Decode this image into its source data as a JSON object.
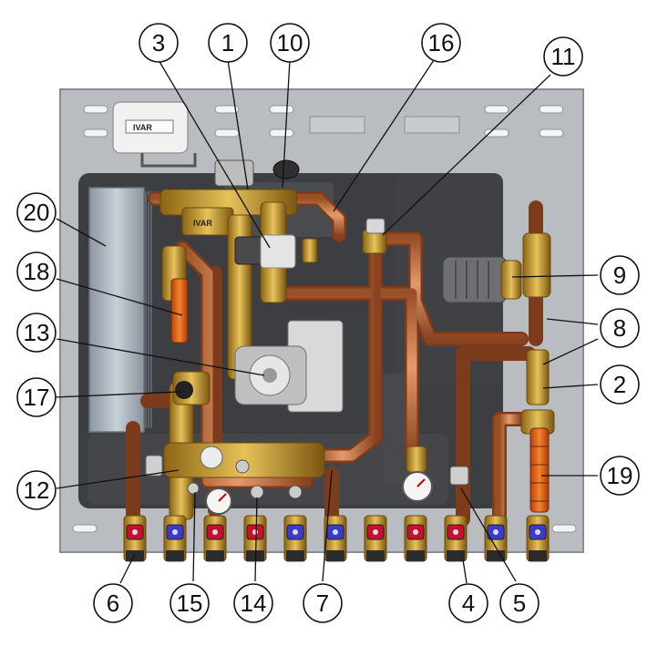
{
  "diagram": {
    "device_label": "IVAR",
    "controller_label": "IVAR",
    "callouts": [
      {
        "id": "c3",
        "label": "3"
      },
      {
        "id": "c1",
        "label": "1"
      },
      {
        "id": "c10",
        "label": "10"
      },
      {
        "id": "c16",
        "label": "16"
      },
      {
        "id": "c11",
        "label": "11"
      },
      {
        "id": "c20",
        "label": "20"
      },
      {
        "id": "c18",
        "label": "18"
      },
      {
        "id": "c13",
        "label": "13"
      },
      {
        "id": "c17",
        "label": "17"
      },
      {
        "id": "c12",
        "label": "12"
      },
      {
        "id": "c9",
        "label": "9"
      },
      {
        "id": "c8",
        "label": "8"
      },
      {
        "id": "c2",
        "label": "2"
      },
      {
        "id": "c19",
        "label": "19"
      },
      {
        "id": "c6",
        "label": "6"
      },
      {
        "id": "c15",
        "label": "15"
      },
      {
        "id": "c14",
        "label": "14"
      },
      {
        "id": "c7",
        "label": "7"
      },
      {
        "id": "c4",
        "label": "4"
      },
      {
        "id": "c5",
        "label": "5"
      }
    ]
  }
}
